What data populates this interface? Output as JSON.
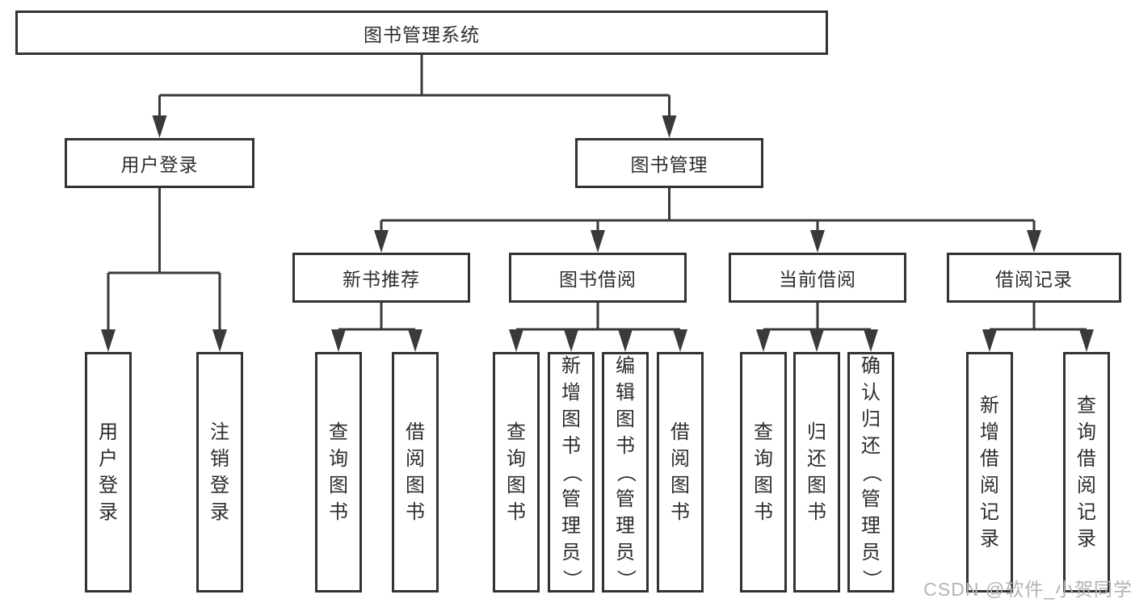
{
  "colors": {
    "line": "#3a3a3a",
    "border": "#333333",
    "text": "#2d2d2d",
    "watermark_color": "#b3b3b3",
    "background": "#ffffff"
  },
  "watermark": {
    "text": "CSDN @软件_小贺同学"
  },
  "tree": {
    "root": {
      "label": "图书管理系统"
    },
    "branches": [
      {
        "label": "用户登录",
        "children": [
          {
            "label": "用户登录"
          },
          {
            "label": "注销登录"
          }
        ]
      },
      {
        "label": "图书管理",
        "sections": [
          {
            "label": "新书推荐",
            "children": [
              {
                "label": "查询图书"
              },
              {
                "label": "借阅图书"
              }
            ]
          },
          {
            "label": "图书借阅",
            "children": [
              {
                "label": "查询图书"
              },
              {
                "label": "新增图书（管理员）"
              },
              {
                "label": "编辑图书（管理员）"
              },
              {
                "label": "借阅图书"
              }
            ]
          },
          {
            "label": "当前借阅",
            "children": [
              {
                "label": "查询图书"
              },
              {
                "label": "归还图书"
              },
              {
                "label": "确认归还（管理员）"
              }
            ]
          },
          {
            "label": "借阅记录",
            "children": [
              {
                "label": "新增借阅记录"
              },
              {
                "label": "查询借阅记录"
              }
            ]
          }
        ]
      }
    ]
  }
}
